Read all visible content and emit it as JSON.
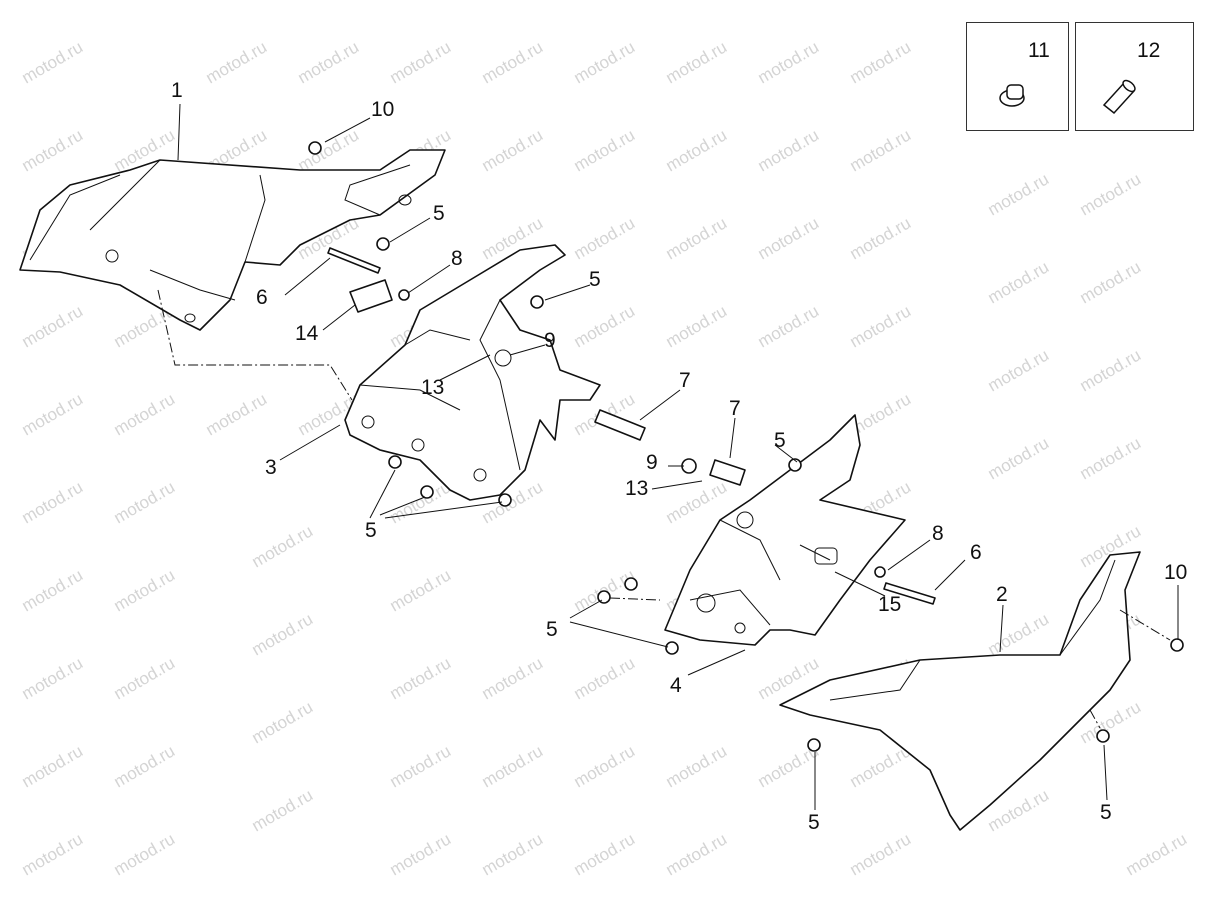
{
  "watermark": "motod.ru",
  "labels": {
    "p1": "1",
    "p2": "2",
    "p3": "3",
    "p4": "4",
    "p5a": "5",
    "p5b": "5",
    "p5c": "5",
    "p5d": "5",
    "p5e": "5",
    "p5f": "5",
    "p5g": "5",
    "p6a": "6",
    "p6b": "6",
    "p7a": "7",
    "p7b": "7",
    "p8a": "8",
    "p8b": "8",
    "p9a": "9",
    "p9b": "9",
    "p10a": "10",
    "p10b": "10",
    "p11": "11",
    "p12": "12",
    "p13a": "13",
    "p13b": "13",
    "p14": "14",
    "p15": "15"
  }
}
